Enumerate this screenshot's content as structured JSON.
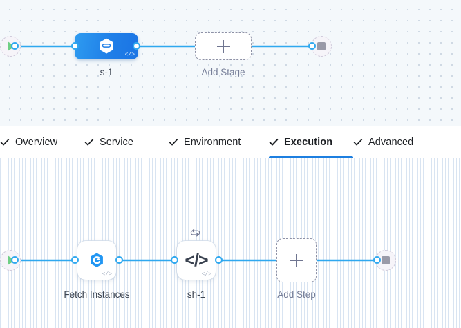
{
  "theme": {
    "edge_color": "#2fa8ef",
    "accent_blue": "#1d7fe0",
    "stage_node_blue": "#1f7fe8",
    "canvas_top_bg": "#f4f8fb",
    "canvas_bottom_bg": "#ffffff",
    "label_color": "#3c4451",
    "muted_label_color": "#767e98",
    "start_icon_color": "#6fcf84",
    "stop_icon_color": "#9a9aa8"
  },
  "stage_canvas": {
    "name": "pipeline-stage-canvas",
    "start_node": {
      "icon": "play-icon",
      "label": ""
    },
    "end_node": {
      "icon": "stop-icon",
      "label": ""
    },
    "nodes": [
      {
        "id": "stage-s-1",
        "label": "s-1",
        "icon": "harness-hexagon-icon",
        "badge": "code-tag-icon",
        "type": "stage",
        "selected": true
      },
      {
        "id": "add-stage",
        "label": "Add Stage",
        "icon": "plus-icon",
        "type": "add-placeholder"
      }
    ]
  },
  "tabbar": {
    "name": "stage-config-tabs",
    "tabs": [
      {
        "id": "overview",
        "label": "Overview",
        "icon": "check-icon",
        "active": false
      },
      {
        "id": "service",
        "label": "Service",
        "icon": "check-icon",
        "active": false
      },
      {
        "id": "environment",
        "label": "Environment",
        "icon": "check-icon",
        "active": false
      },
      {
        "id": "execution",
        "label": "Execution",
        "icon": "check-icon",
        "active": true
      },
      {
        "id": "advanced",
        "label": "Advanced",
        "icon": "check-icon",
        "active": false
      }
    ]
  },
  "step_canvas": {
    "name": "execution-step-canvas",
    "start_node": {
      "icon": "play-icon",
      "label": ""
    },
    "end_node": {
      "icon": "stop-icon",
      "label": ""
    },
    "nodes": [
      {
        "id": "fetch-instances",
        "label": "Fetch Instances",
        "icon": "harness-hexagon-blue-icon",
        "badge": "code-tag-icon",
        "type": "step"
      },
      {
        "id": "sh-1",
        "label": "sh-1",
        "icon": "code-brackets-icon",
        "badge": "code-tag-icon",
        "loop_badge": "loop-retry-icon",
        "type": "step"
      },
      {
        "id": "add-step",
        "label": "Add Step",
        "icon": "plus-icon",
        "type": "add-placeholder"
      }
    ]
  }
}
